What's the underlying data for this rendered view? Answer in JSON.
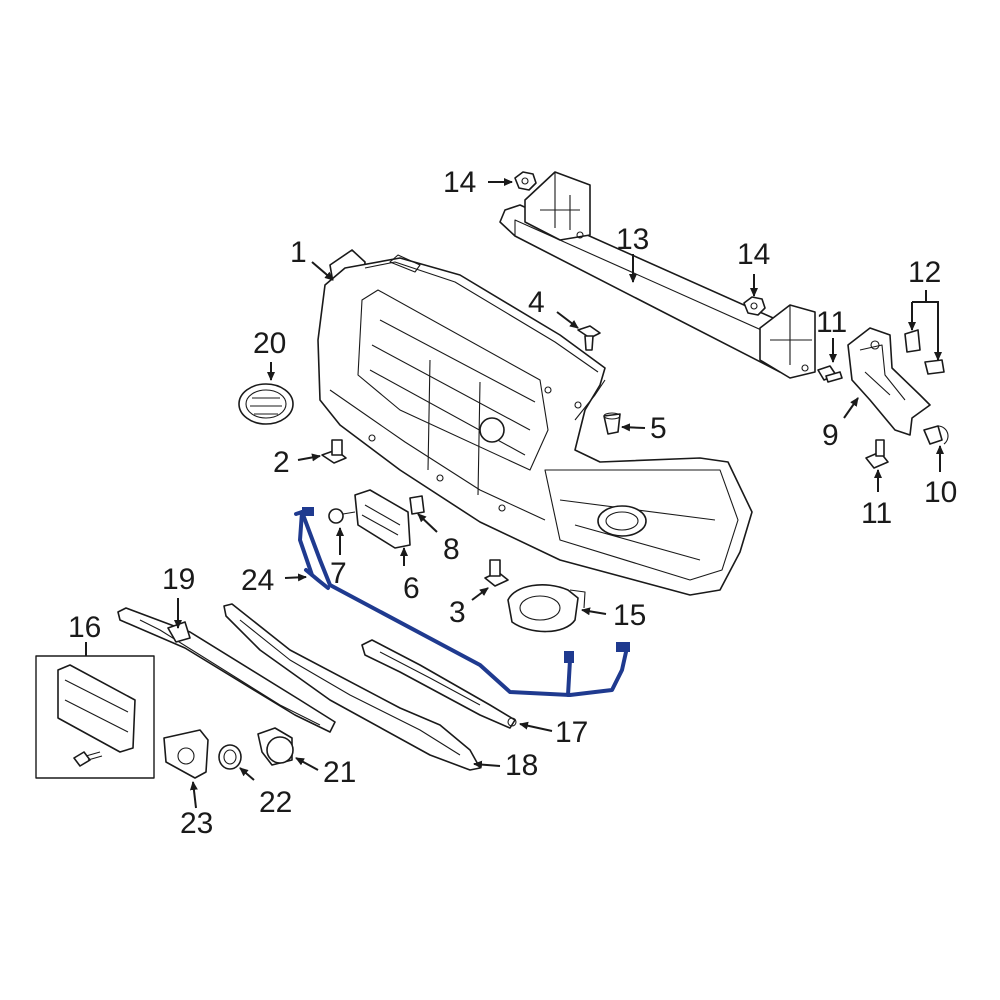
{
  "colors": {
    "line": "#1a1a1a",
    "highlight": "#1f3a8f",
    "background": "#ffffff"
  },
  "callouts": {
    "c1": "1",
    "c2": "2",
    "c3": "3",
    "c4": "4",
    "c5": "5",
    "c6": "6",
    "c7": "7",
    "c8": "8",
    "c9": "9",
    "c10": "10",
    "c11a": "11",
    "c11b": "11",
    "c12": "12",
    "c13": "13",
    "c14a": "14",
    "c14b": "14",
    "c15": "15",
    "c16": "16",
    "c17": "17",
    "c18": "18",
    "c19": "19",
    "c20": "20",
    "c21": "21",
    "c22": "22",
    "c23": "23",
    "c24": "24"
  }
}
